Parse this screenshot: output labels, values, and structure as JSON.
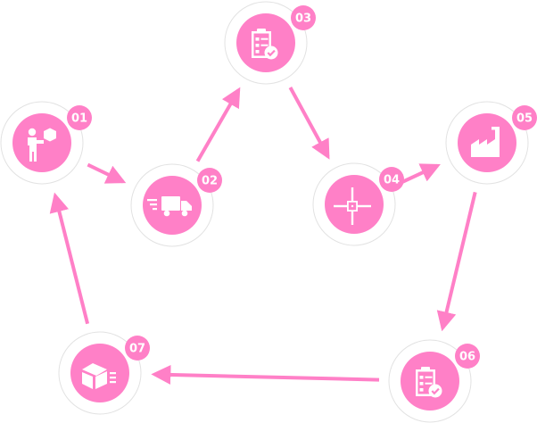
{
  "theme": {
    "accent": "#ff80c7",
    "ring": "#e2e2e2",
    "icon": "#ffffff"
  },
  "steps": [
    {
      "id": "01",
      "label": "01",
      "icon": "person-with-box-icon"
    },
    {
      "id": "02",
      "label": "02",
      "icon": "delivery-truck-icon"
    },
    {
      "id": "03",
      "label": "03",
      "icon": "checklist-icon"
    },
    {
      "id": "04",
      "label": "04",
      "icon": "crosshair-icon"
    },
    {
      "id": "05",
      "label": "05",
      "icon": "factory-icon"
    },
    {
      "id": "06",
      "label": "06",
      "icon": "checklist-icon"
    },
    {
      "id": "07",
      "label": "07",
      "icon": "fast-box-icon"
    }
  ],
  "flow": [
    [
      "01",
      "02"
    ],
    [
      "02",
      "03"
    ],
    [
      "03",
      "04"
    ],
    [
      "04",
      "05"
    ],
    [
      "05",
      "06"
    ],
    [
      "06",
      "07"
    ],
    [
      "07",
      "01"
    ]
  ]
}
